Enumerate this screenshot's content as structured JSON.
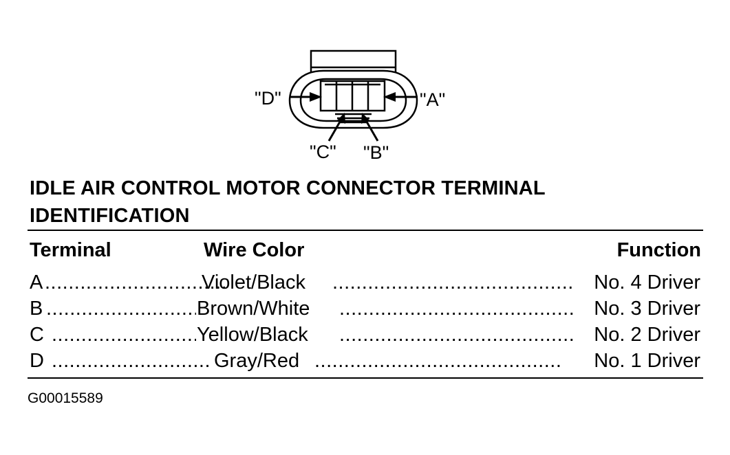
{
  "diagram": {
    "pin_labels": {
      "a": "\"A\"",
      "b": "\"B\"",
      "c": "\"C\"",
      "d": "\"D\""
    }
  },
  "title": {
    "line1": "IDLE AIR CONTROL MOTOR CONNECTOR TERMINAL",
    "line2": "IDENTIFICATION"
  },
  "table": {
    "headers": {
      "terminal": "Terminal",
      "wire_color": "Wire Color",
      "function": "Function"
    },
    "rows": [
      {
        "terminal": "A",
        "wire_color": "Violet/Black",
        "function": "No. 4 Driver"
      },
      {
        "terminal": "B",
        "wire_color": "Brown/White",
        "function": "No. 3 Driver"
      },
      {
        "terminal": "C",
        "wire_color": "Yellow/Black",
        "function": "No. 2 Driver"
      },
      {
        "terminal": "D",
        "wire_color": "Gray/Red",
        "function": "No. 1 Driver"
      }
    ]
  },
  "figure_code": "G00015589"
}
